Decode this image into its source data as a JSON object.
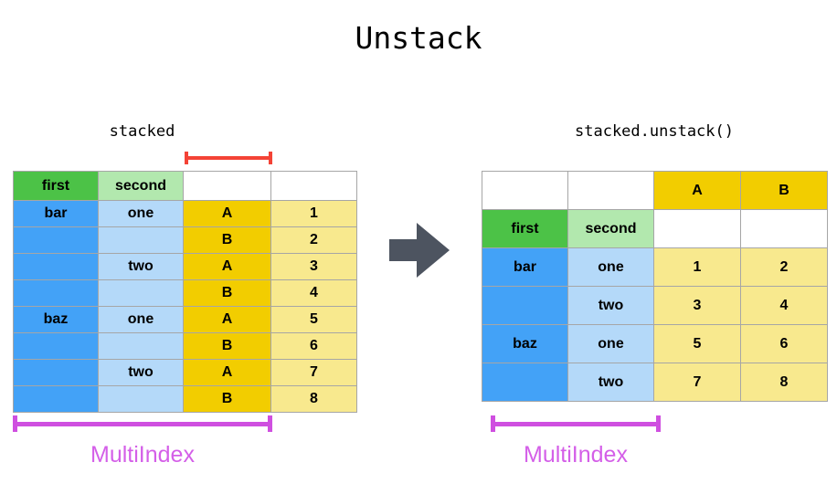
{
  "title": "Unstack",
  "colors": {
    "header_first": "#4CC247",
    "header_second": "#B2E8AE",
    "index_level0": "#43A2F7",
    "index_level1": "#B4D9F9",
    "column_header": "#F2CD00",
    "value_cell": "#F8E98E",
    "bracket_red": "#F44336",
    "bracket_pink": "#CF4FE0",
    "arrow": "#4D5460"
  },
  "left_panel": {
    "caption": "stacked",
    "headers": [
      "first",
      "second",
      "",
      ""
    ],
    "rows": [
      {
        "first": "bar",
        "second": "one",
        "column": "A",
        "value": "1"
      },
      {
        "first": "",
        "second": "",
        "column": "B",
        "value": "2"
      },
      {
        "first": "",
        "second": "two",
        "column": "A",
        "value": "3"
      },
      {
        "first": "",
        "second": "",
        "column": "B",
        "value": "4"
      },
      {
        "first": "baz",
        "second": "one",
        "column": "A",
        "value": "5"
      },
      {
        "first": "",
        "second": "",
        "column": "B",
        "value": "6"
      },
      {
        "first": "",
        "second": "two",
        "column": "A",
        "value": "7"
      },
      {
        "first": "",
        "second": "",
        "column": "B",
        "value": "8"
      }
    ],
    "multiindex_label": "MultiIndex"
  },
  "right_panel": {
    "caption": "stacked.unstack()",
    "column_headers": [
      "",
      "",
      "A",
      "B"
    ],
    "index_headers": [
      "first",
      "second",
      "",
      ""
    ],
    "rows": [
      {
        "first": "bar",
        "second": "one",
        "A": "1",
        "B": "2"
      },
      {
        "first": "",
        "second": "two",
        "A": "3",
        "B": "4"
      },
      {
        "first": "baz",
        "second": "one",
        "A": "5",
        "B": "6"
      },
      {
        "first": "",
        "second": "two",
        "A": "7",
        "B": "8"
      }
    ],
    "multiindex_label": "MultiIndex"
  },
  "arrow": {
    "direction": "right",
    "icon": "arrow-right-icon"
  }
}
